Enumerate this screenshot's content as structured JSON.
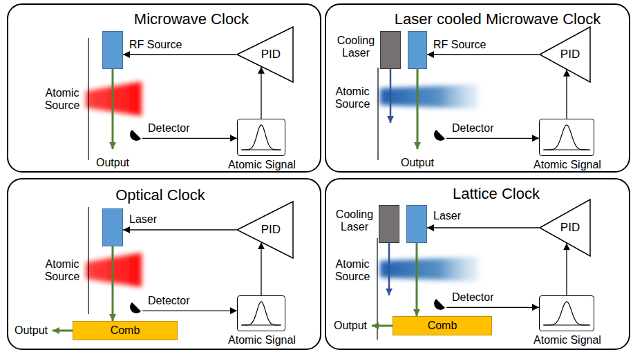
{
  "diagram": {
    "nodes": [
      {
        "text": [
          "Microwave Clock"
        ]
      },
      {
        "text": [
          "RF Source"
        ],
        "in": 0
      },
      {
        "text": [
          "Atomic Source"
        ],
        "in": 0
      },
      {
        "text": [
          "Detector"
        ],
        "in": 0
      },
      {
        "text": [
          "Atomic Signal"
        ],
        "in": 0
      },
      {
        "text": [
          "PID"
        ],
        "in": 0
      },
      {
        "text": [
          "Laser cooled Microwave Clock"
        ]
      },
      {
        "text": [
          "Cooling Laser"
        ],
        "in": 6
      },
      {
        "text": [
          "RF Source"
        ],
        "in": 6
      },
      {
        "text": [
          "Atomic Source"
        ],
        "in": 6
      },
      {
        "text": [
          "Detector"
        ],
        "in": 6
      },
      {
        "text": [
          "Atomic Signal"
        ],
        "in": 6
      },
      {
        "text": [
          "PID"
        ],
        "in": 6
      },
      {
        "text": [
          "Optical Clock"
        ]
      },
      {
        "text": [
          "Laser"
        ],
        "in": 13
      },
      {
        "text": [
          "Atomic Source"
        ],
        "in": 13
      },
      {
        "text": [
          "Detector"
        ],
        "in": 13
      },
      {
        "text": [
          "Atomic Signal"
        ],
        "in": 13
      },
      {
        "text": [
          "PID"
        ],
        "in": 13
      },
      {
        "text": [
          "Comb"
        ],
        "in": 13
      },
      {
        "text": [
          "Lattice Clock"
        ]
      },
      {
        "text": [
          "Cooling Laser"
        ],
        "in": 20
      },
      {
        "text": [
          "Laser"
        ],
        "in": 20
      },
      {
        "text": [
          "Atomic Source"
        ],
        "in": 20
      },
      {
        "text": [
          "Detector"
        ],
        "in": 20
      },
      {
        "text": [
          "Atomic Signal"
        ],
        "in": 20
      },
      {
        "text": [
          "PID"
        ],
        "in": 20
      },
      {
        "text": [
          "Comb"
        ],
        "in": 20
      }
    ],
    "edges": [
      {
        "from": 3,
        "to": 4,
        "arrow": "to"
      },
      {
        "from": 4,
        "to": 5,
        "arrow": "to"
      },
      {
        "from": 5,
        "to": 1,
        "arrow": "to"
      },
      {
        "from": 10,
        "to": 11,
        "arrow": "to"
      },
      {
        "from": 11,
        "to": 12,
        "arrow": "to"
      },
      {
        "from": 12,
        "to": 8,
        "arrow": "to"
      },
      {
        "from": 14,
        "to": 19,
        "arrow": "to"
      },
      {
        "from": 16,
        "to": 17,
        "arrow": "to"
      },
      {
        "from": 17,
        "to": 18,
        "arrow": "to"
      },
      {
        "from": 18,
        "to": 14,
        "arrow": "to"
      },
      {
        "from": 22,
        "to": 27,
        "arrow": "to"
      },
      {
        "from": 24,
        "to": 25,
        "arrow": "to"
      },
      {
        "from": 25,
        "to": 26,
        "arrow": "to"
      },
      {
        "from": 26,
        "to": 22,
        "arrow": "to"
      }
    ],
    "labels": [
      "Output",
      "Output",
      "Output",
      "Output"
    ]
  }
}
